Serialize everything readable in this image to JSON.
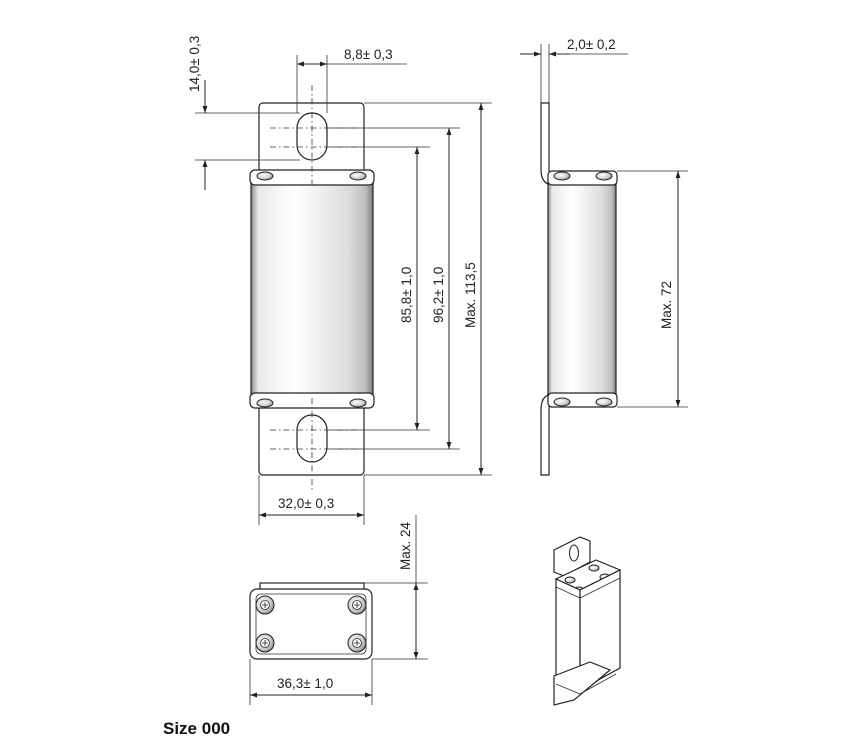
{
  "caption": "Size 000",
  "dimensions": {
    "tab_height": "14,0± 0,3",
    "slot_width": "8,8± 0,3",
    "tab_thickness": "2,0± 0,2",
    "inner_center": "85,8± 1,0",
    "outer_center": "96,2± 1,0",
    "overall_length": "Max. 113,5",
    "body_length": "Max. 72",
    "tab_width": "32,0± 0,3",
    "body_depth": "Max. 24",
    "body_width": "36,3± 1,0"
  },
  "colors": {
    "line": "#222222",
    "body_light": "#f4f4f4",
    "body_dark": "#9a9a9a"
  }
}
